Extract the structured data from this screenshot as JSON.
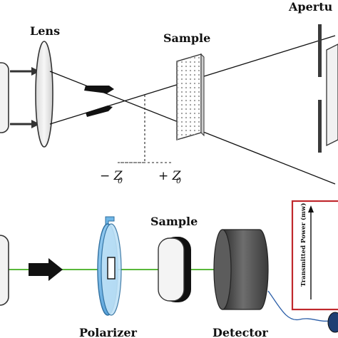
{
  "zscan": {
    "lens_label": "Lens",
    "sample_label": "Sample",
    "aperture_label": "Apertu",
    "minus_z": "− Z",
    "plus_z": "+ Z",
    "z_subscript": "0"
  },
  "polarization": {
    "polarizer_label": "Polarizer",
    "sample_label": "Sample",
    "detector_label": "Detector",
    "plot_ylabel": "Transmitted Power (mw)"
  },
  "colors": {
    "beam_green": "#59b83a",
    "polarizer_blue": "#6fb6e6",
    "detector_gray": "#4a4a4a"
  }
}
